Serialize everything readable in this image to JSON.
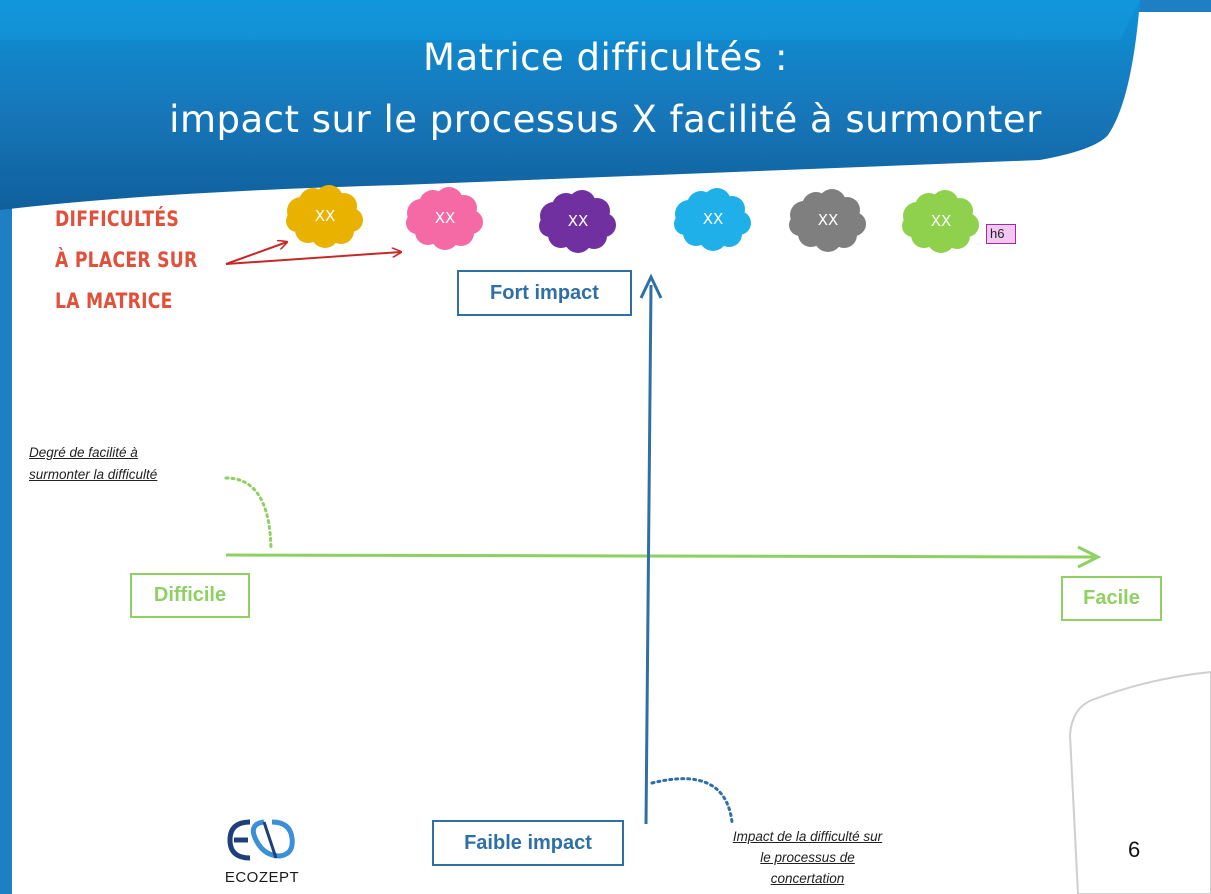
{
  "title": {
    "line1": "Matrice difficultés :",
    "line2": "impact sur le processus X facilité à surmonter"
  },
  "difficulties": {
    "line1": "DIFFICULTÉS",
    "line2": "À PLACER SUR",
    "line3": "LA MATRICE"
  },
  "clouds": [
    {
      "label": "XX",
      "color": "#e9b200"
    },
    {
      "label": "XX",
      "color": "#f56aa5"
    },
    {
      "label": "XX",
      "color": "#7030a0"
    },
    {
      "label": "XX",
      "color": "#1fb0ea"
    },
    {
      "label": "XX",
      "color": "#7f7f7f"
    },
    {
      "label": "XX",
      "color": "#8fd04c"
    }
  ],
  "tag": "h6",
  "axis_y": {
    "top_label": "Fort impact",
    "bottom_label": "Faible impact",
    "color": "#2e6fa6",
    "note": [
      "Impact de la difficulté sur",
      "le processus de",
      "concertation"
    ]
  },
  "axis_x": {
    "left_label": "Difficile",
    "right_label": "Facile",
    "color": "#8fd062",
    "note": [
      "Degré de facilité à",
      "surmonter la difficulté"
    ]
  },
  "logo": {
    "text": "ECOZEPT"
  },
  "page_number": "6",
  "colors": {
    "header_blue": "#1f7fc4",
    "accent_red": "#e0503a",
    "arrow_red": "#c62828"
  }
}
